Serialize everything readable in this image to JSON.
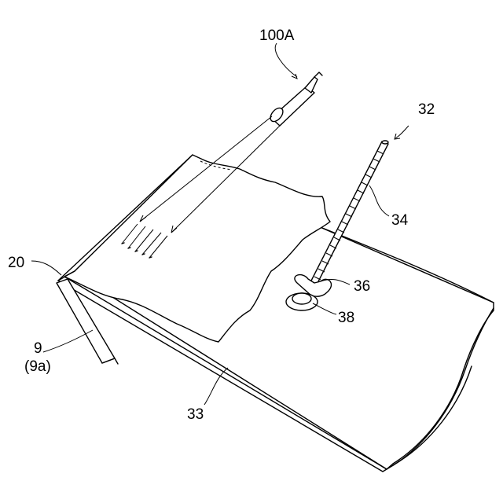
{
  "figure": {
    "labels": {
      "torch": "100A",
      "device": "32",
      "rod": "34",
      "wing_nut": "36",
      "base": "38",
      "plate": "33",
      "edge": "20",
      "support": "9",
      "support_alt": "(9a)"
    }
  }
}
